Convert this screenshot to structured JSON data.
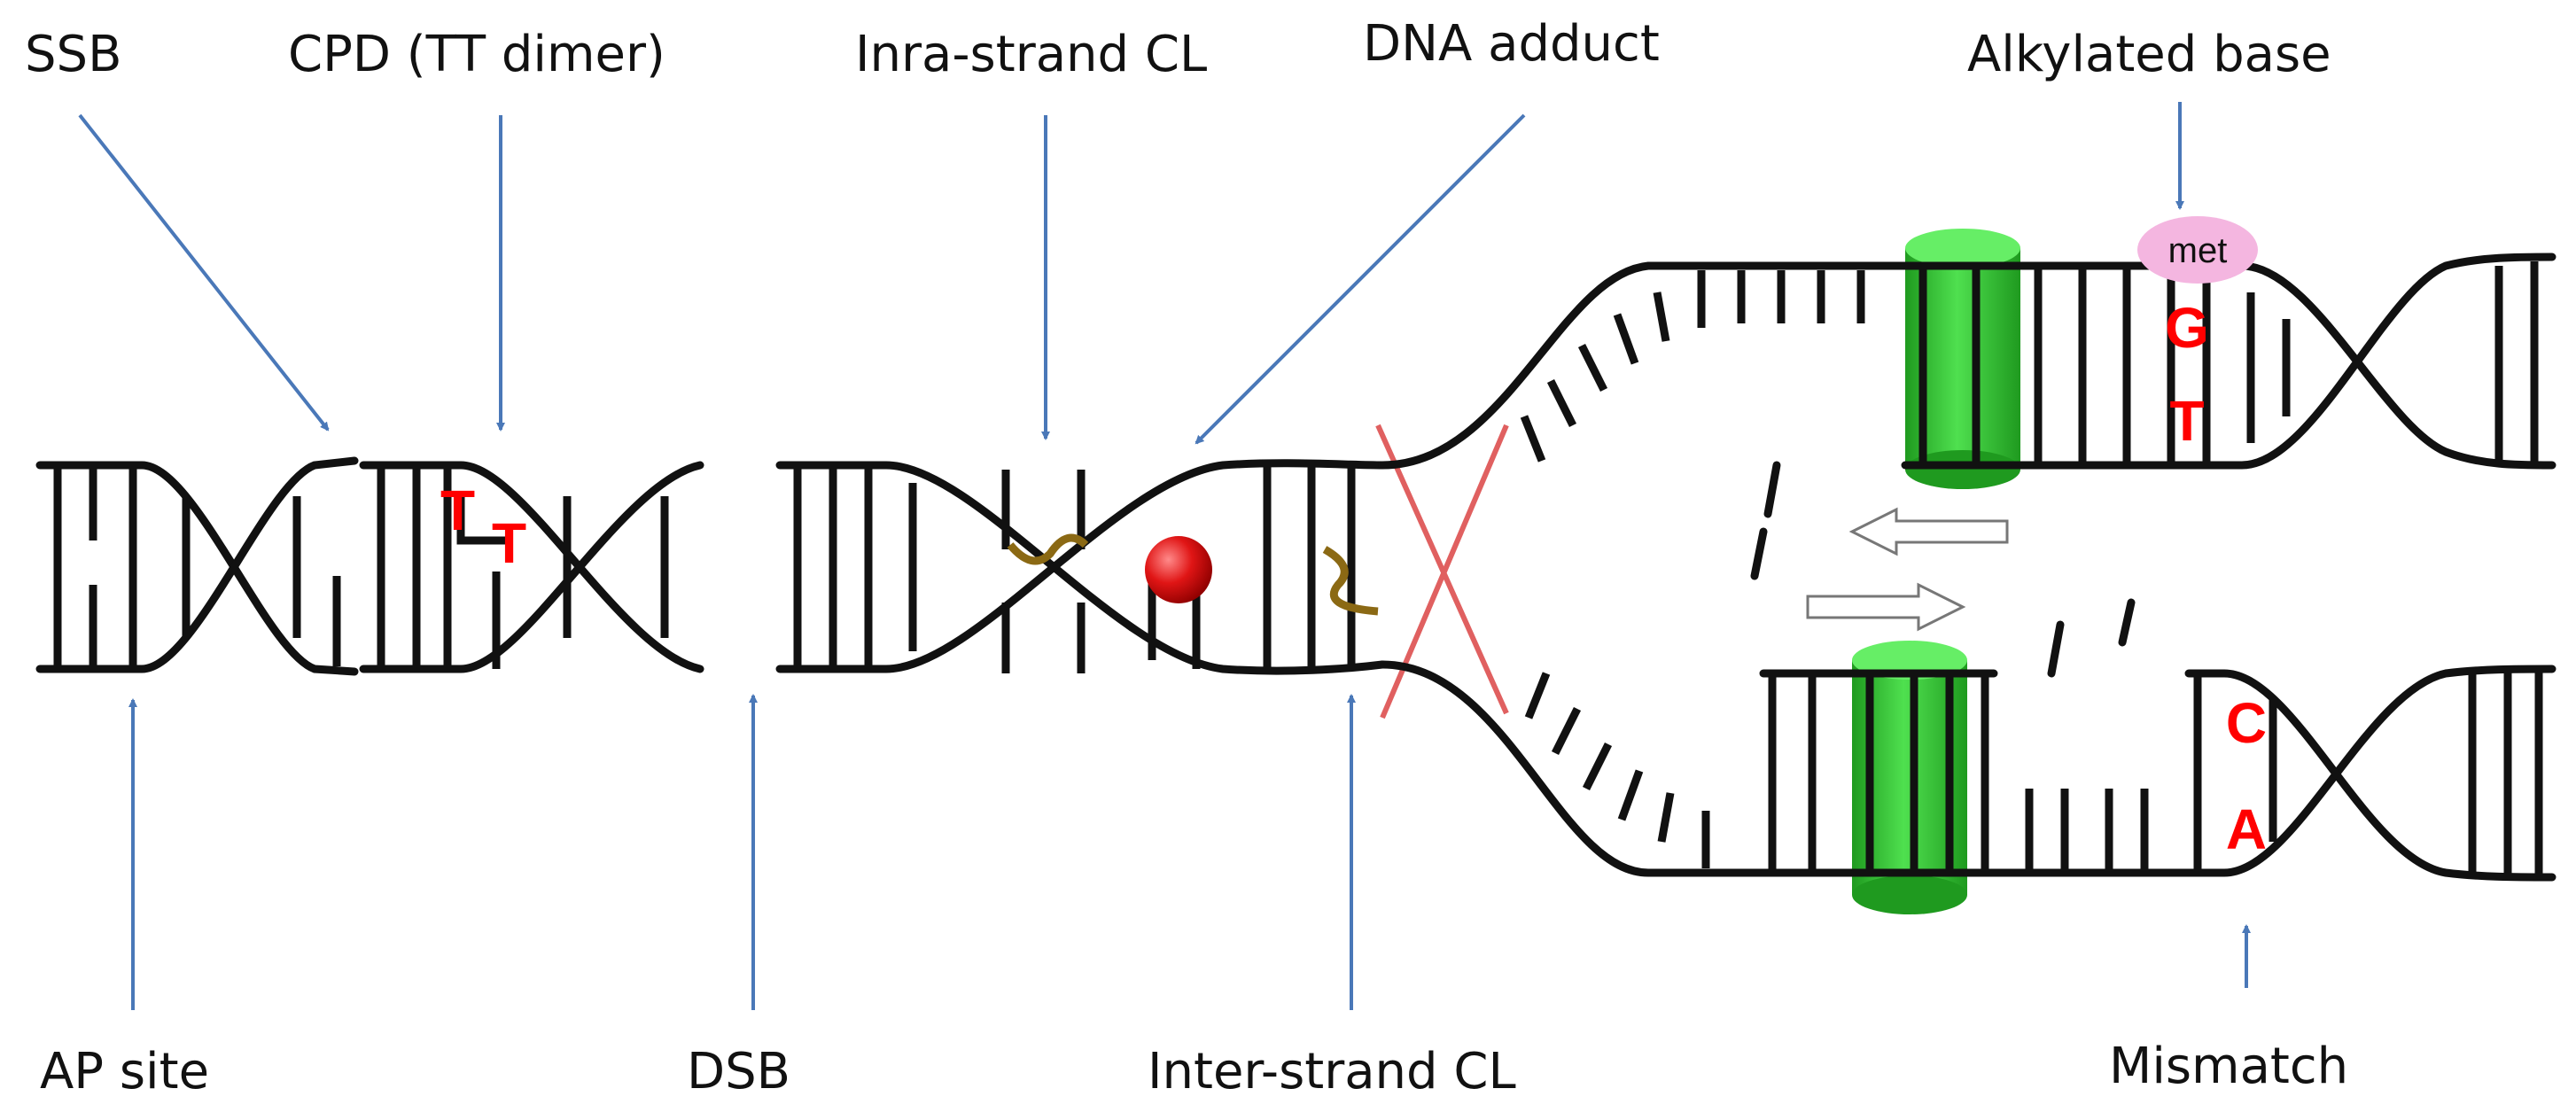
{
  "labels": {
    "ssb": "SSB",
    "cpd": "CPD (TT dimer)",
    "intra_cl": "Inra-strand CL",
    "adduct": "DNA adduct",
    "alkylated": "Alkylated base",
    "ap_site": "AP site",
    "dsb": "DSB",
    "inter_cl": "Inter-strand CL",
    "mismatch": "Mismatch"
  },
  "bases": {
    "tt_first": "T",
    "tt_second": "T",
    "met": "met",
    "g": "G",
    "t": "T",
    "c": "C",
    "a": "A"
  },
  "colors": {
    "strand": "#111111",
    "arrow": "#4a78b8",
    "base_text": "#ff0000",
    "crosslink": "#8b6914",
    "adduct": "#dd1111",
    "polymerase": "#33cc33",
    "met_badge": "#f4b6e0",
    "cross_mark": "#e06060"
  }
}
